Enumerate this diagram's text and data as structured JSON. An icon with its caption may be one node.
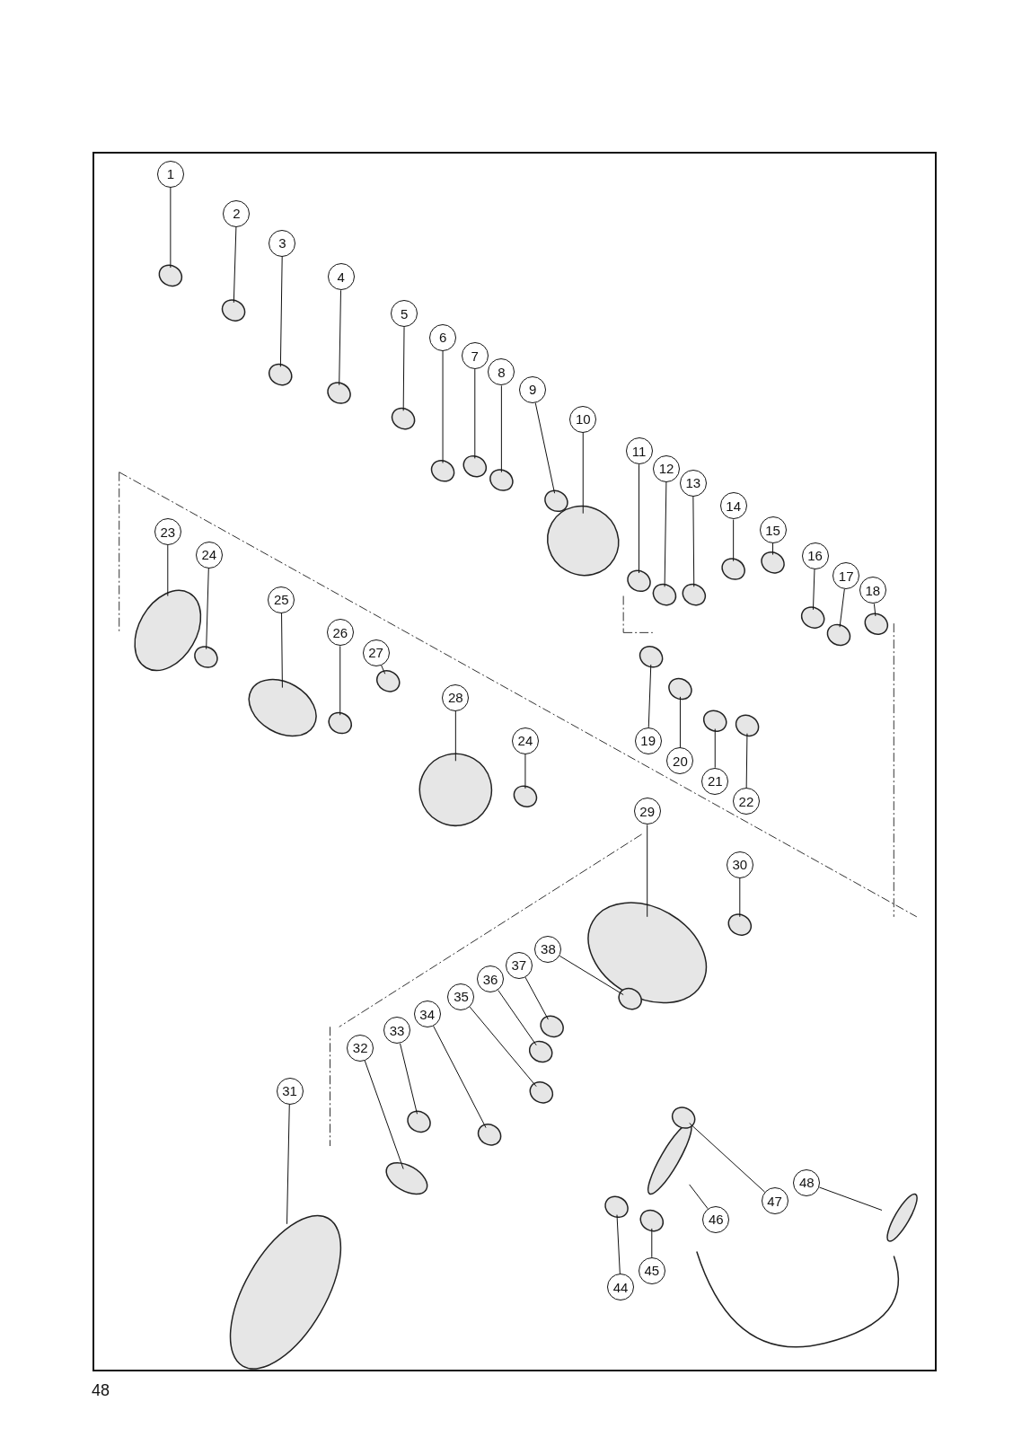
{
  "diagram": {
    "nodes": [
      {
        "text": [
          "1"
        ]
      },
      {
        "text": [
          "2"
        ]
      },
      {
        "text": [
          "3"
        ]
      },
      {
        "text": [
          "4"
        ]
      },
      {
        "text": [
          "5"
        ]
      },
      {
        "text": [
          "6"
        ]
      },
      {
        "text": [
          "7"
        ]
      },
      {
        "text": [
          "8"
        ]
      },
      {
        "text": [
          "9"
        ]
      },
      {
        "text": [
          "10"
        ]
      },
      {
        "text": [
          "11"
        ]
      },
      {
        "text": [
          "12"
        ]
      },
      {
        "text": [
          "13"
        ]
      },
      {
        "text": [
          "14"
        ]
      },
      {
        "text": [
          "15"
        ]
      },
      {
        "text": [
          "16"
        ]
      },
      {
        "text": [
          "17"
        ]
      },
      {
        "text": [
          "18"
        ]
      },
      {
        "text": [
          "19"
        ]
      },
      {
        "text": [
          "20"
        ]
      },
      {
        "text": [
          "21"
        ]
      },
      {
        "text": [
          "22"
        ]
      },
      {
        "text": [
          "23"
        ]
      },
      {
        "text": [
          "24"
        ]
      },
      {
        "text": [
          "25"
        ]
      },
      {
        "text": [
          "26"
        ]
      },
      {
        "text": [
          "27"
        ]
      },
      {
        "text": [
          "28"
        ]
      },
      {
        "text": [
          "24"
        ]
      },
      {
        "text": [
          "29"
        ]
      },
      {
        "text": [
          "30"
        ]
      },
      {
        "text": [
          "31"
        ]
      },
      {
        "text": [
          "32"
        ]
      },
      {
        "text": [
          "33"
        ]
      },
      {
        "text": [
          "34"
        ]
      },
      {
        "text": [
          "35"
        ]
      },
      {
        "text": [
          "36"
        ]
      },
      {
        "text": [
          "37"
        ]
      },
      {
        "text": [
          "38"
        ]
      },
      {
        "text": [
          "44"
        ]
      },
      {
        "text": [
          "45"
        ]
      },
      {
        "text": [
          "46"
        ]
      },
      {
        "text": [
          "47"
        ]
      },
      {
        "text": [
          "48"
        ]
      }
    ],
    "edges": [
      {
        "from": 0,
        "to": null,
        "arrow": "none"
      },
      {
        "from": 1,
        "to": null,
        "arrow": "none"
      },
      {
        "from": 2,
        "to": null,
        "arrow": "none"
      },
      {
        "from": 3,
        "to": null,
        "arrow": "none"
      },
      {
        "from": 4,
        "to": null,
        "arrow": "none"
      },
      {
        "from": 5,
        "to": null,
        "arrow": "none"
      },
      {
        "from": 6,
        "to": null,
        "arrow": "none"
      },
      {
        "from": 7,
        "to": null,
        "arrow": "none"
      },
      {
        "from": 8,
        "to": null,
        "arrow": "none"
      },
      {
        "from": 9,
        "to": null,
        "arrow": "none"
      },
      {
        "from": 10,
        "to": null,
        "arrow": "none"
      },
      {
        "from": 11,
        "to": null,
        "arrow": "none"
      },
      {
        "from": 12,
        "to": null,
        "arrow": "none"
      },
      {
        "from": 13,
        "to": null,
        "arrow": "none"
      },
      {
        "from": 14,
        "to": null,
        "arrow": "none"
      },
      {
        "from": 15,
        "to": null,
        "arrow": "none"
      },
      {
        "from": 16,
        "to": null,
        "arrow": "none"
      },
      {
        "from": 17,
        "to": null,
        "arrow": "none"
      },
      {
        "from": 18,
        "to": null,
        "arrow": "none"
      },
      {
        "from": 19,
        "to": null,
        "arrow": "none"
      },
      {
        "from": 20,
        "to": null,
        "arrow": "none"
      },
      {
        "from": 21,
        "to": null,
        "arrow": "none"
      },
      {
        "from": 22,
        "to": null,
        "arrow": "none"
      },
      {
        "from": 23,
        "to": null,
        "arrow": "none"
      },
      {
        "from": 24,
        "to": null,
        "arrow": "none"
      },
      {
        "from": 25,
        "to": null,
        "arrow": "none"
      },
      {
        "from": 26,
        "to": null,
        "arrow": "none"
      },
      {
        "from": 27,
        "to": null,
        "arrow": "none"
      },
      {
        "from": 28,
        "to": null,
        "arrow": "none"
      },
      {
        "from": 29,
        "to": null,
        "arrow": "none"
      },
      {
        "from": 30,
        "to": null,
        "arrow": "none"
      },
      {
        "from": 31,
        "to": null,
        "arrow": "none"
      },
      {
        "from": 32,
        "to": null,
        "arrow": "none"
      },
      {
        "from": 33,
        "to": null,
        "arrow": "none"
      },
      {
        "from": 34,
        "to": null,
        "arrow": "none"
      },
      {
        "from": 35,
        "to": null,
        "arrow": "none"
      },
      {
        "from": 36,
        "to": null,
        "arrow": "none"
      },
      {
        "from": 37,
        "to": null,
        "arrow": "none"
      },
      {
        "from": 38,
        "to": null,
        "arrow": "none"
      },
      {
        "from": 39,
        "to": null,
        "arrow": "none"
      },
      {
        "from": 40,
        "to": null,
        "arrow": "none"
      },
      {
        "from": 41,
        "to": null,
        "arrow": "none"
      },
      {
        "from": 42,
        "to": null,
        "arrow": "none"
      },
      {
        "from": 43,
        "to": null,
        "arrow": "none"
      }
    ],
    "labels": [
      "48"
    ]
  }
}
